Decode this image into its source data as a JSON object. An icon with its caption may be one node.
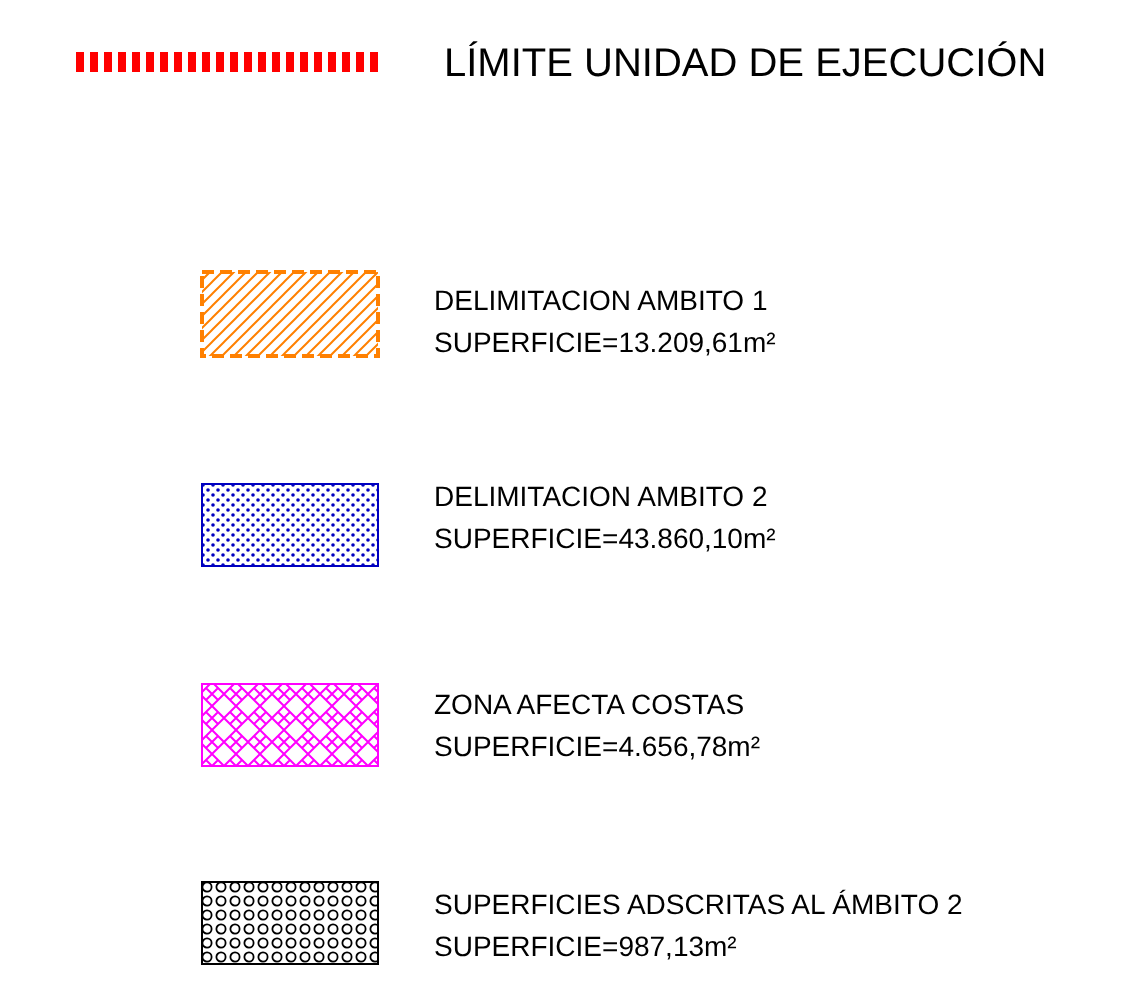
{
  "diagram": {
    "legend": [
      {
        "text": "LÍMITE UNIDAD DE EJECUCIÓN"
      },
      {
        "text": "DELIMITACION AMBITO 1 SUPERFICIE=13.209,61m²"
      },
      {
        "text": "DELIMITACION AMBITO 2 SUPERFICIE=43.860,10m²"
      },
      {
        "text": "ZONA AFECTA COSTAS SUPERFICIE=4.656,78m²"
      },
      {
        "text": "SUPERFICIES ADSCRITAS AL ÁMBITO 2 SUPERFICIE=987,13m²"
      }
    ]
  }
}
